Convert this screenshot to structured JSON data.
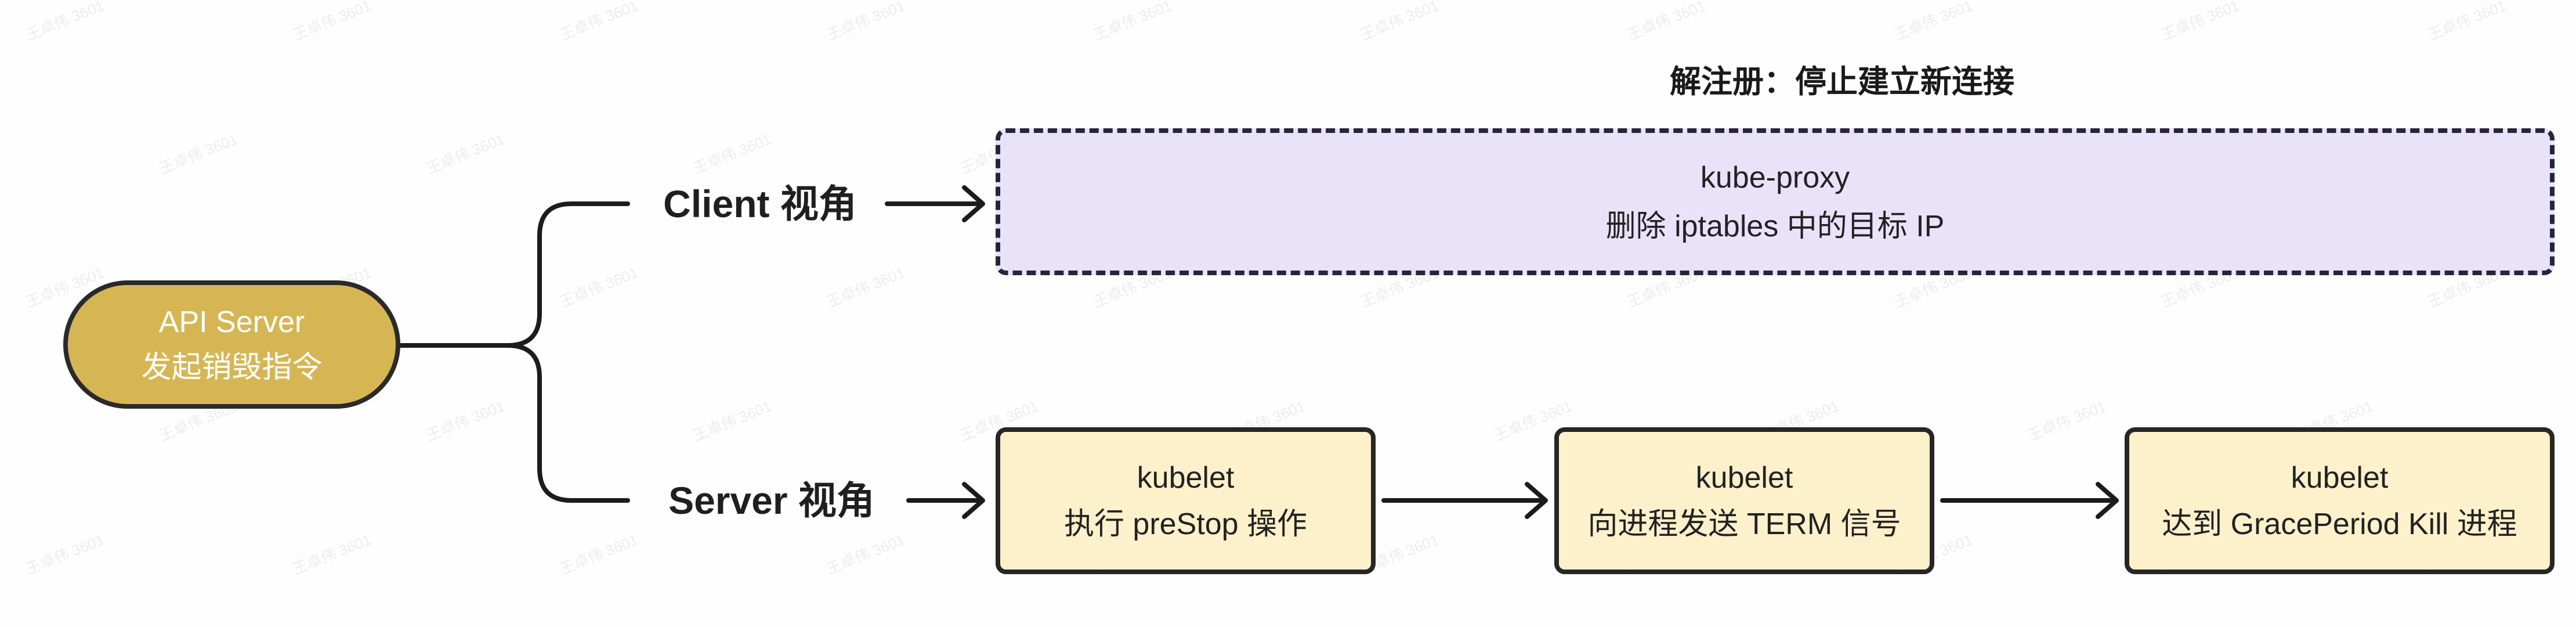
{
  "title": "解注册：停止建立新连接",
  "source": {
    "line1": "API Server",
    "line2": "发起销毁指令"
  },
  "branches": {
    "client": "Client 视角",
    "server": "Server 视角"
  },
  "client_box": {
    "line1": "kube-proxy",
    "line2": "删除 iptables 中的目标 IP"
  },
  "server_steps": [
    {
      "line1": "kubelet",
      "line2": "执行 preStop 操作"
    },
    {
      "line1": "kubelet",
      "line2": "向进程发送 TERM 信号"
    },
    {
      "line1": "kubelet",
      "line2": "达到 GracePeriod Kill 进程"
    }
  ],
  "watermark": "王卓伟 3601",
  "colors": {
    "source_fill": "#d6b553",
    "client_box_fill": "#e9e3fa",
    "step_box_fill": "#fdf1cb",
    "line": "#1c1c1c"
  }
}
